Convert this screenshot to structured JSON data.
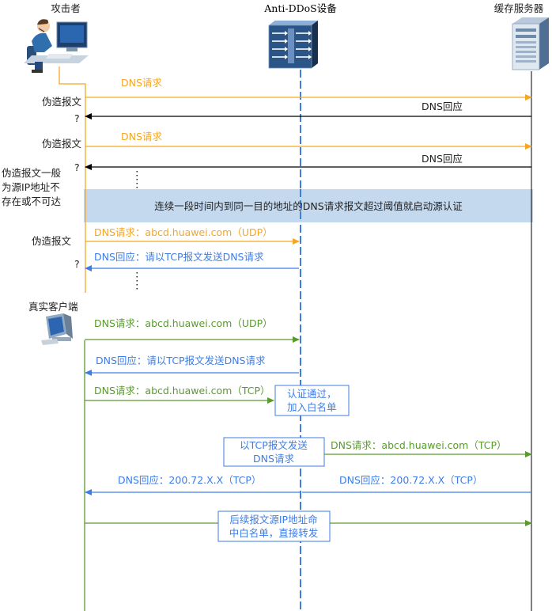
{
  "participants": {
    "attacker": "攻击者",
    "device": "Anti-DDoS设备",
    "server": "缓存服务器",
    "real_client": "真实客户端"
  },
  "colors": {
    "orange": "#f5a623",
    "green": "#5a9a2f",
    "blue": "#3d7de6",
    "black": "#000000",
    "band": "#c5d9ee"
  },
  "labels": {
    "forged": "伪造报文",
    "question": "?",
    "forged_note": [
      "伪造报文一般",
      "为源IP地址不",
      "存在或不可达"
    ],
    "band_text": "连续一段时间内到同一目的地址的DNS请求报文超过阈值就启动源认证",
    "dns_request": "DNS请求",
    "dns_response": "DNS回应",
    "req_udp": "DNS请求：abcd.huawei.com（UDP）",
    "resp_tcp_redirect": "DNS回应：请以TCP报文发送DNS请求",
    "req_tcp": "DNS请求：abcd.huawei.com（TCP）",
    "auth_pass": [
      "认证通过，",
      "加入白名单"
    ],
    "send_tcp": [
      "以TCP报文发送",
      "DNS请求"
    ],
    "resp_ip": "DNS回应：200.72.X.X（TCP）",
    "follow_up": [
      "后续报文源IP地址命",
      "中白名单，直接转发"
    ]
  },
  "icons": {
    "attacker": "attacker-computer-icon",
    "device": "anti-ddos-device-icon",
    "server": "cache-server-icon",
    "client": "client-computer-icon"
  }
}
